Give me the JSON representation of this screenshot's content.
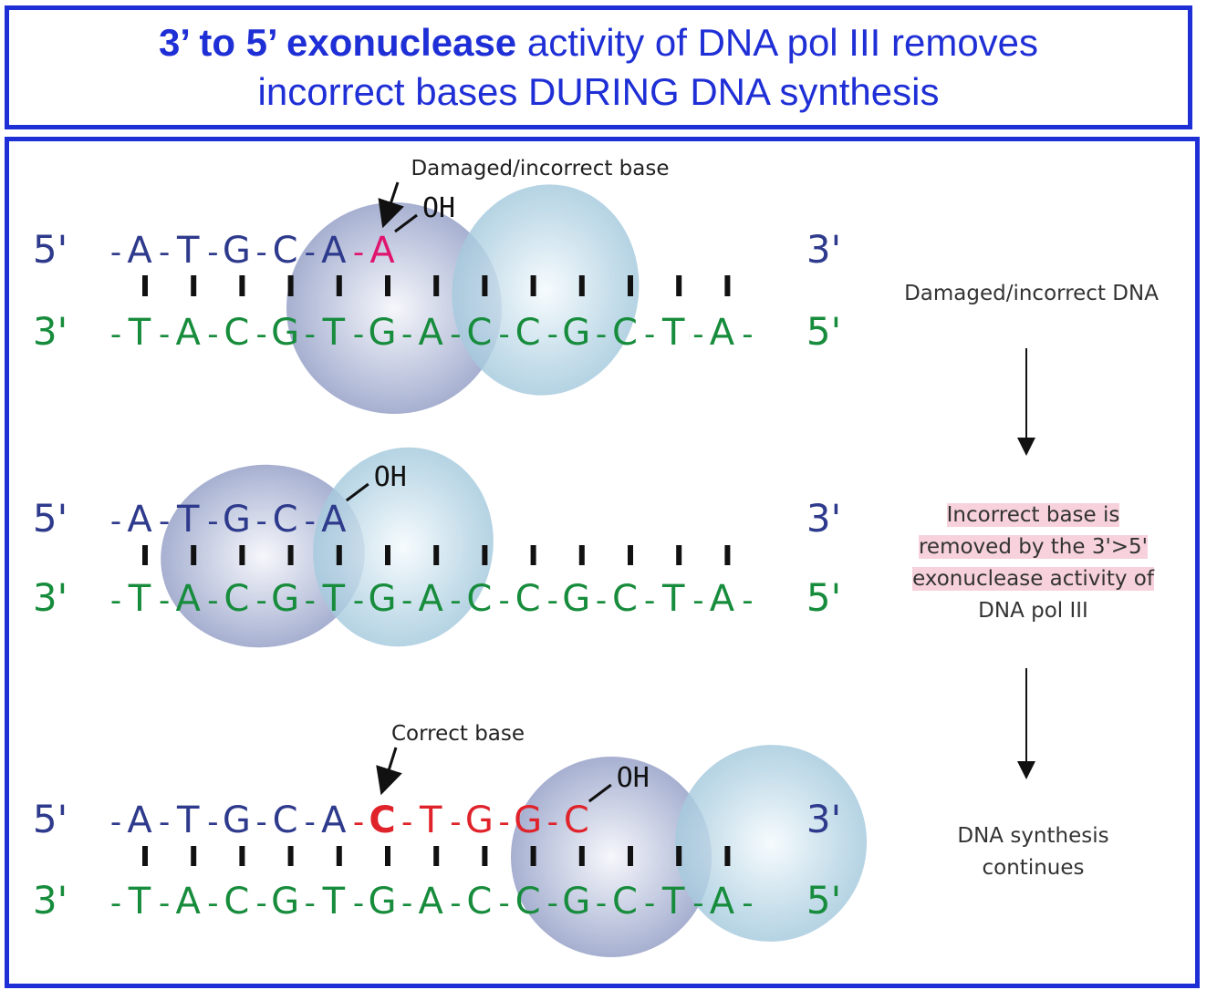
{
  "title": {
    "bold_part": "3’ to 5’ exonuclease",
    "rest_line1": " activity of DNA pol III removes",
    "line2": "incorrect bases DURING DNA synthesis"
  },
  "colors": {
    "frame_blue": "#1f2fd6",
    "top_strand": "#2e3a8c",
    "bottom_strand": "#178c3c",
    "incorrect_base": "#e0156e",
    "new_bases": "#e0232a",
    "highlight": "#f7d2dd"
  },
  "panels": [
    {
      "top_strand": [
        "A",
        "T",
        "G",
        "C",
        "A",
        "A"
      ],
      "bottom_strand": [
        "T",
        "A",
        "C",
        "G",
        "T",
        "G",
        "A",
        "C",
        "C",
        "G",
        "C",
        "T",
        "A"
      ],
      "annotation": "Damaged/incorrect base",
      "oh": "OH",
      "side_text": "Damaged/incorrect DNA"
    },
    {
      "top_strand": [
        "A",
        "T",
        "G",
        "C",
        "A"
      ],
      "bottom_strand": [
        "T",
        "A",
        "C",
        "G",
        "T",
        "G",
        "A",
        "C",
        "C",
        "G",
        "C",
        "T",
        "A"
      ],
      "oh": "OH",
      "side_text_lines": [
        "Incorrect base is",
        "removed by the 3'>5'",
        "exonuclease activity of",
        "DNA pol III"
      ]
    },
    {
      "top_strand": [
        "A",
        "T",
        "G",
        "C",
        "A",
        "C",
        "T",
        "G",
        "G",
        "C"
      ],
      "bottom_strand": [
        "T",
        "A",
        "C",
        "G",
        "T",
        "G",
        "A",
        "C",
        "C",
        "G",
        "C",
        "T",
        "A"
      ],
      "annotation": "Correct base",
      "oh": "OH",
      "side_text_lines": [
        "DNA synthesis",
        "continues"
      ]
    }
  ],
  "end_labels": {
    "five": "5'",
    "three": "3'"
  }
}
